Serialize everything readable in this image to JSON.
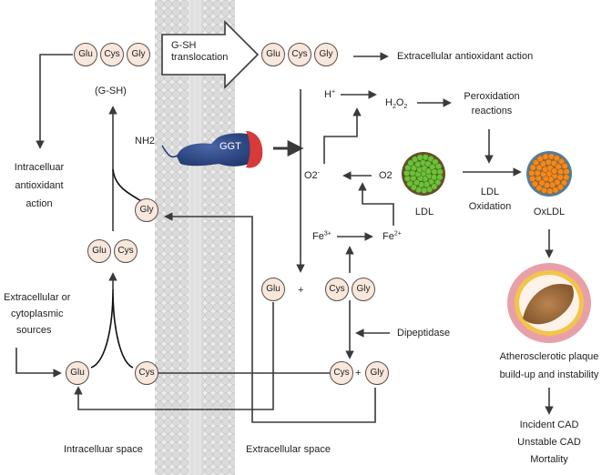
{
  "beads": {
    "glu": "Glu",
    "cys": "Cys",
    "gly": "Gly"
  },
  "labels": {
    "gsh": "(G-SH)",
    "translocation_line1": "G-SH",
    "translocation_line2": "translocation",
    "extracellular_antioxidant": "Extracellular antioxidant action",
    "intracellular_antioxidant_1": "Intracelluar",
    "intracellular_antioxidant_2": "antioxidant",
    "intracellular_antioxidant_3": "action",
    "nh2": "NH2",
    "ggt": "GGT",
    "h_plus": "H",
    "h_plus_sup": "+",
    "h2o2_a": "H",
    "h2o2_sub1": "2",
    "h2o2_b": "O",
    "h2o2_sub2": "2",
    "peroxidation_1": "Peroxidation",
    "peroxidation_2": "reactions",
    "o2_radical": "O2",
    "o2_radical_sup": "-",
    "o2": "O2",
    "ldl": "LDL",
    "ldl_oxidation_1": "LDL",
    "ldl_oxidation_2": "Oxidation",
    "oxldl": "OxLDL",
    "fe3": "Fe",
    "fe3_sup": "3+",
    "fe2": "Fe",
    "fe2_sup": "2+",
    "plus": "+",
    "dipeptidase": "Dipeptidase",
    "athero_1": "Atherosclerotic plaque",
    "athero_2": "build-up and instability",
    "outcome_1": "Incident CAD",
    "outcome_2": "Unstable CAD",
    "outcome_3": "Mortality",
    "sources_1": "Extracellular or",
    "sources_2": "cytoplasmic",
    "sources_3": "sources",
    "intracellular_space": "Intracelluar space",
    "extracellular_space": "Extracellular space"
  },
  "colors": {
    "bead_fill": "#f7e7dc",
    "bead_stroke": "#5a4f48",
    "arrow": "#3a3a3a",
    "membrane": "#c8c8c8",
    "ggt_blue": "#233e7a",
    "ggt_red": "#d63a3a",
    "ldl_green": "#6fbf3a",
    "ldl_brown": "#6b4a2a",
    "oxldl_orange": "#f08a1e",
    "oxldl_blue": "#4e7fa8",
    "plaque_pink": "#e8a0a8",
    "plaque_yellow": "#f2c54a"
  }
}
